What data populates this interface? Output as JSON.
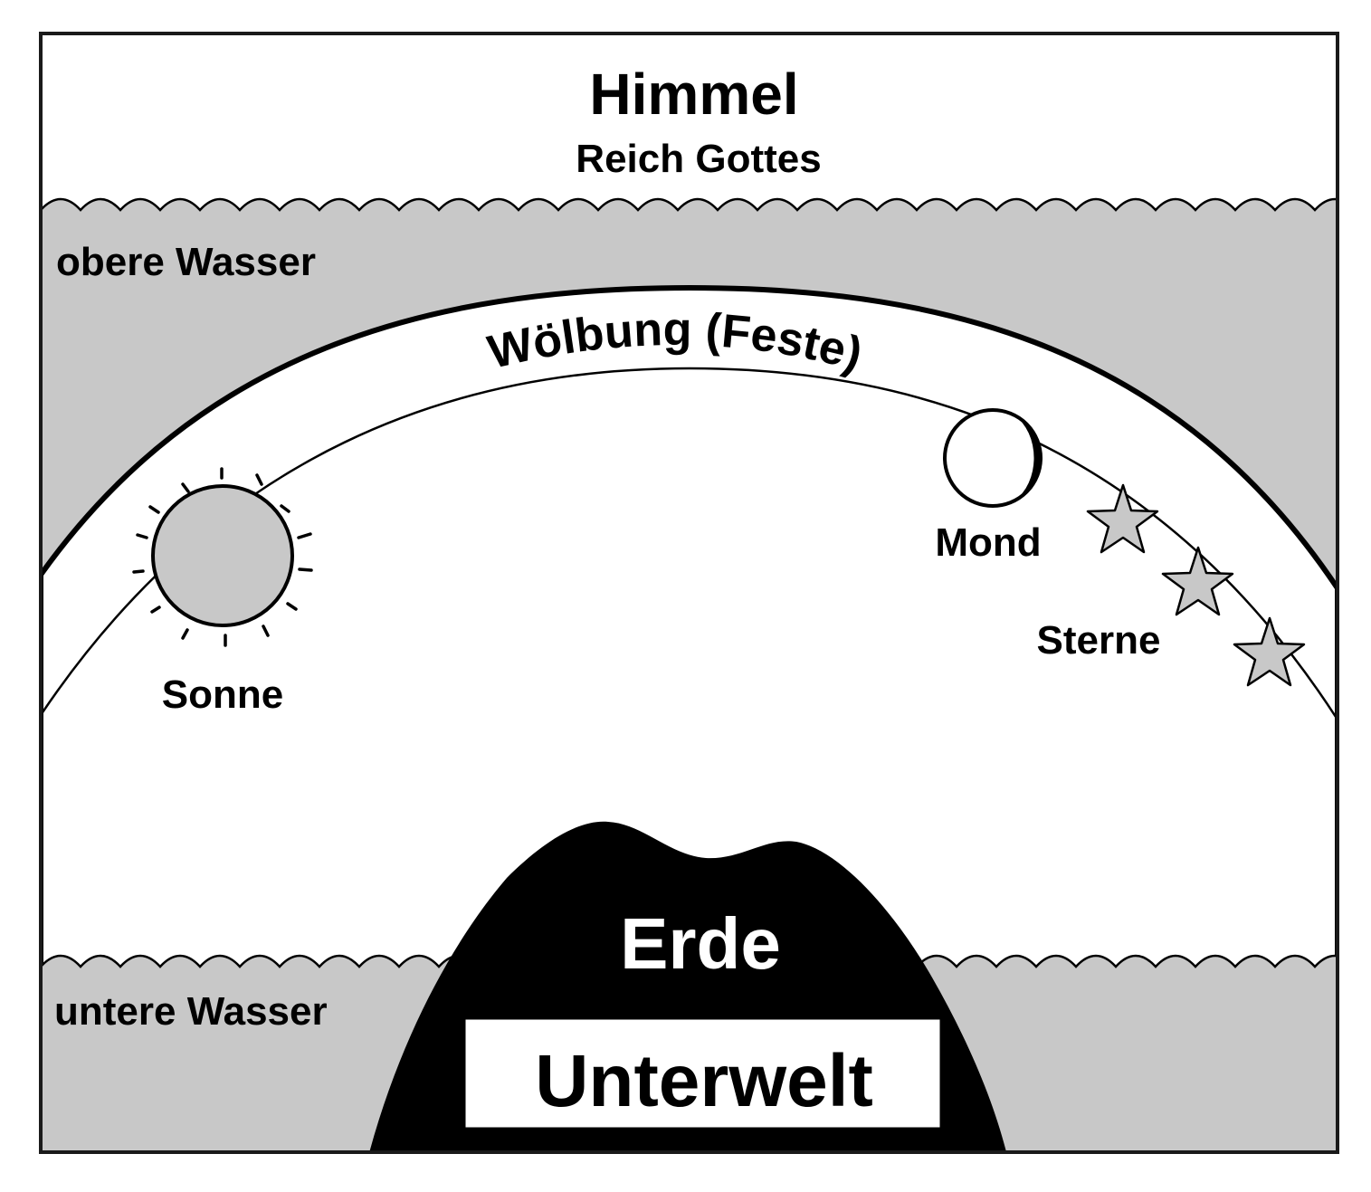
{
  "labels": {
    "heaven_title": "Himmel",
    "heaven_subtitle": "Reich Gottes",
    "upper_waters": "obere Wasser",
    "firmament": "Wölbung (Feste)",
    "sun": "Sonne",
    "moon": "Mond",
    "stars": "Sterne",
    "earth": "Erde",
    "underworld": "Unterwelt",
    "lower_waters": "untere Wasser"
  },
  "colors": {
    "water": "#c8c8c8",
    "ink": "#000000",
    "paper": "#ffffff",
    "sun_fill": "#c8c8c8",
    "star_fill": "#c8c8c8"
  }
}
